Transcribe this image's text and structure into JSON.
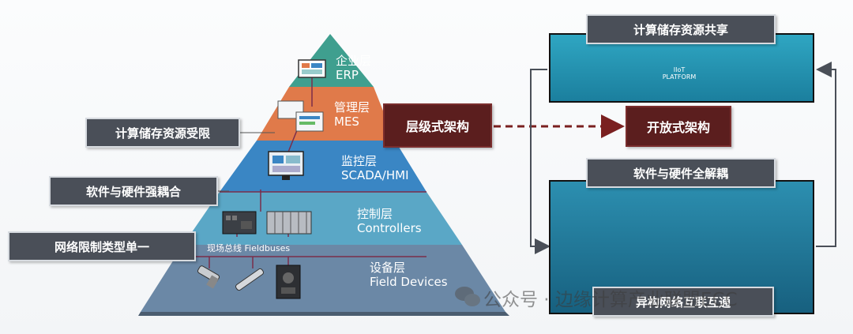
{
  "pyramid": {
    "layers": [
      {
        "name": "企业层",
        "sub": "ERP"
      },
      {
        "name": "管理层",
        "sub": "MES"
      },
      {
        "name": "监控层",
        "sub": "SCADA/HMI"
      },
      {
        "name": "控制层",
        "sub": "Controllers"
      },
      {
        "name": "设备层",
        "sub": "Field Devices"
      }
    ],
    "fieldbus_label": "现场总线 Fieldbuses"
  },
  "left_tags": [
    "计算储存资源受限",
    "软件与硬件强耦合",
    "网络限制类型单一"
  ],
  "center_tags": {
    "hierarchical": "层级式架构",
    "open": "开放式架构"
  },
  "right": {
    "top_title": "计算储存资源共享",
    "platform_line1": "IIoT",
    "platform_line2": "PLATFORM",
    "mid_title": "软件与硬件全解耦",
    "bottom_title": "异构网络互联互通"
  },
  "watermark": "公众号 · 边缘计算产业联盟ECC",
  "colors": {
    "layer1": "#3f9f8f",
    "layer2": "#e07a4a",
    "layer3": "#3a86c4",
    "layer4": "#5aa7c6",
    "layer5": "#6b88a6",
    "dark_tag": "#5b1e1e",
    "grey_tag": "#4a4f58"
  }
}
